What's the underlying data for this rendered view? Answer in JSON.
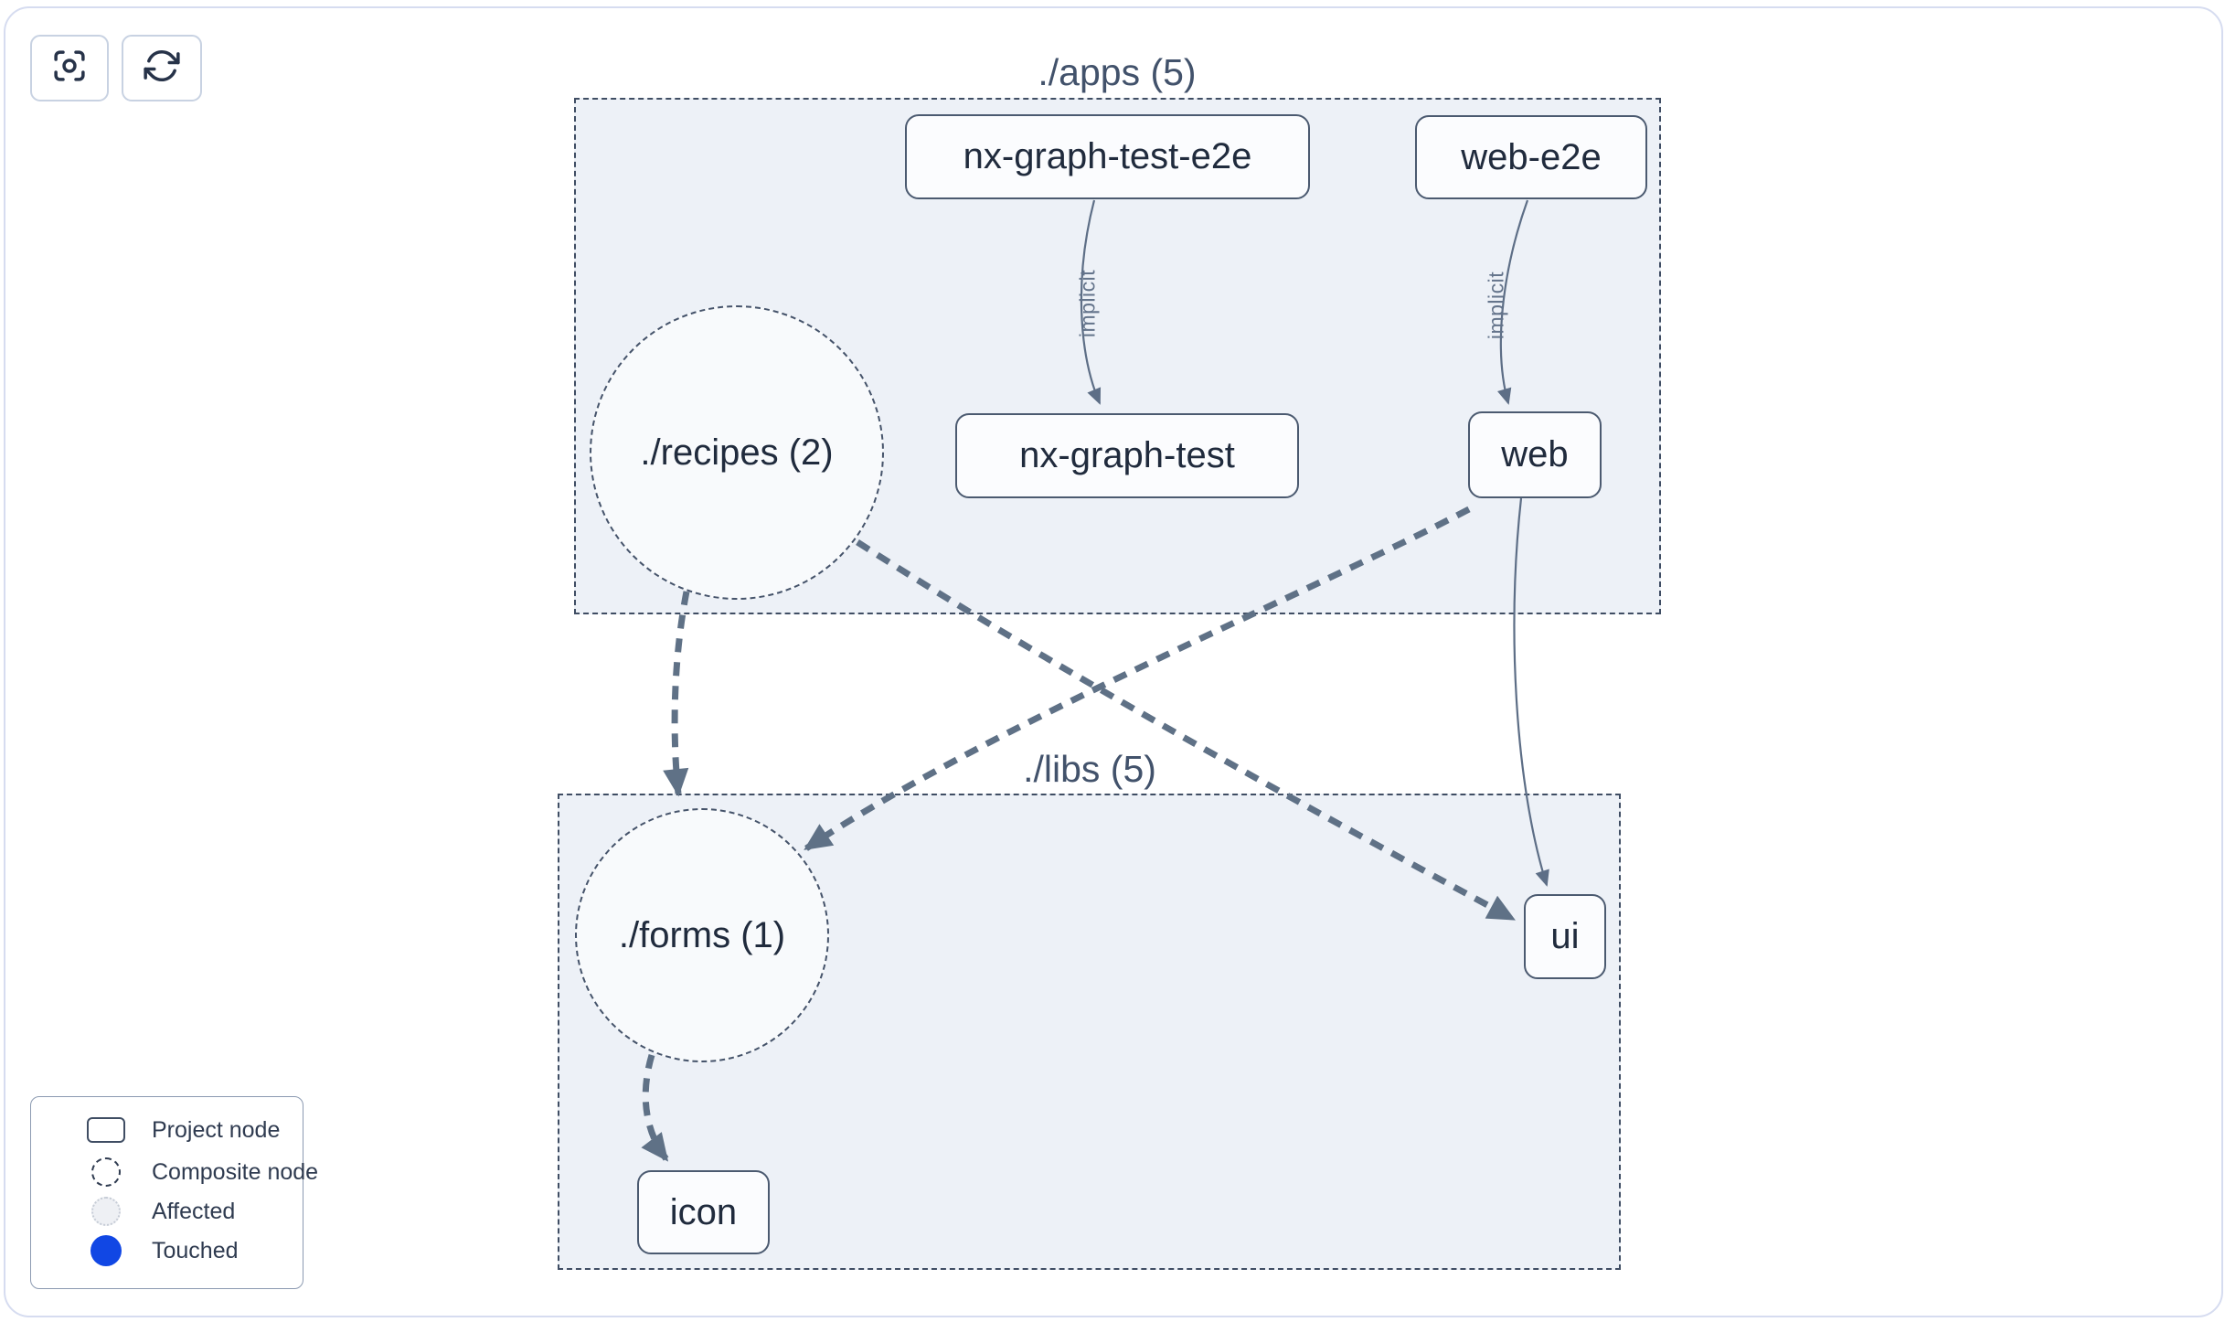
{
  "toolbar": {
    "focus_button": {
      "icon": "focus-icon"
    },
    "refresh_button": {
      "icon": "refresh-icon"
    }
  },
  "clusters": {
    "apps": {
      "label": "./apps (5)"
    },
    "libs": {
      "label": "./libs (5)"
    }
  },
  "nodes": {
    "nx_graph_test_e2e": {
      "label": "nx-graph-test-e2e",
      "type": "project"
    },
    "web_e2e": {
      "label": "web-e2e",
      "type": "project"
    },
    "nx_graph_test": {
      "label": "nx-graph-test",
      "type": "project"
    },
    "web": {
      "label": "web",
      "type": "project"
    },
    "ui": {
      "label": "ui",
      "type": "project"
    },
    "icon": {
      "label": "icon",
      "type": "project"
    },
    "recipes": {
      "label": "./recipes (2)",
      "type": "composite"
    },
    "forms": {
      "label": "./forms (1)",
      "type": "composite"
    }
  },
  "edges": [
    {
      "source": "nx-graph-test-e2e",
      "target": "nx-graph-test",
      "label": "implicit",
      "style": "solid"
    },
    {
      "source": "web-e2e",
      "target": "web",
      "label": "implicit",
      "style": "solid"
    },
    {
      "source": "web",
      "target": "ui",
      "label": "",
      "style": "solid"
    },
    {
      "source": "./recipes (2)",
      "target": "./forms (1)",
      "label": "",
      "style": "thick-dashed"
    },
    {
      "source": "./recipes (2)",
      "target": "ui",
      "label": "",
      "style": "thick-dashed"
    },
    {
      "source": "web",
      "target": "./forms (1)",
      "label": "",
      "style": "thick-dashed"
    },
    {
      "source": "./forms (1)",
      "target": "icon",
      "label": "",
      "style": "thick-dashed"
    }
  ],
  "legend": {
    "items": [
      {
        "label": "Project node",
        "swatch": "project-rect"
      },
      {
        "label": "Composite node",
        "swatch": "dashed-circle"
      },
      {
        "label": "Affected",
        "swatch": "affected-circle"
      },
      {
        "label": "Touched",
        "swatch": "touched-circle"
      }
    ]
  },
  "colors": {
    "touched_blue": "#1147e4",
    "affected_fill": "#eef0f4",
    "cluster_fill": "#edf1f7",
    "edge": "#5f7186",
    "node_border": "#4b5a70",
    "cluster_border": "#3f4d63",
    "card_border": "#d6dcf0"
  }
}
